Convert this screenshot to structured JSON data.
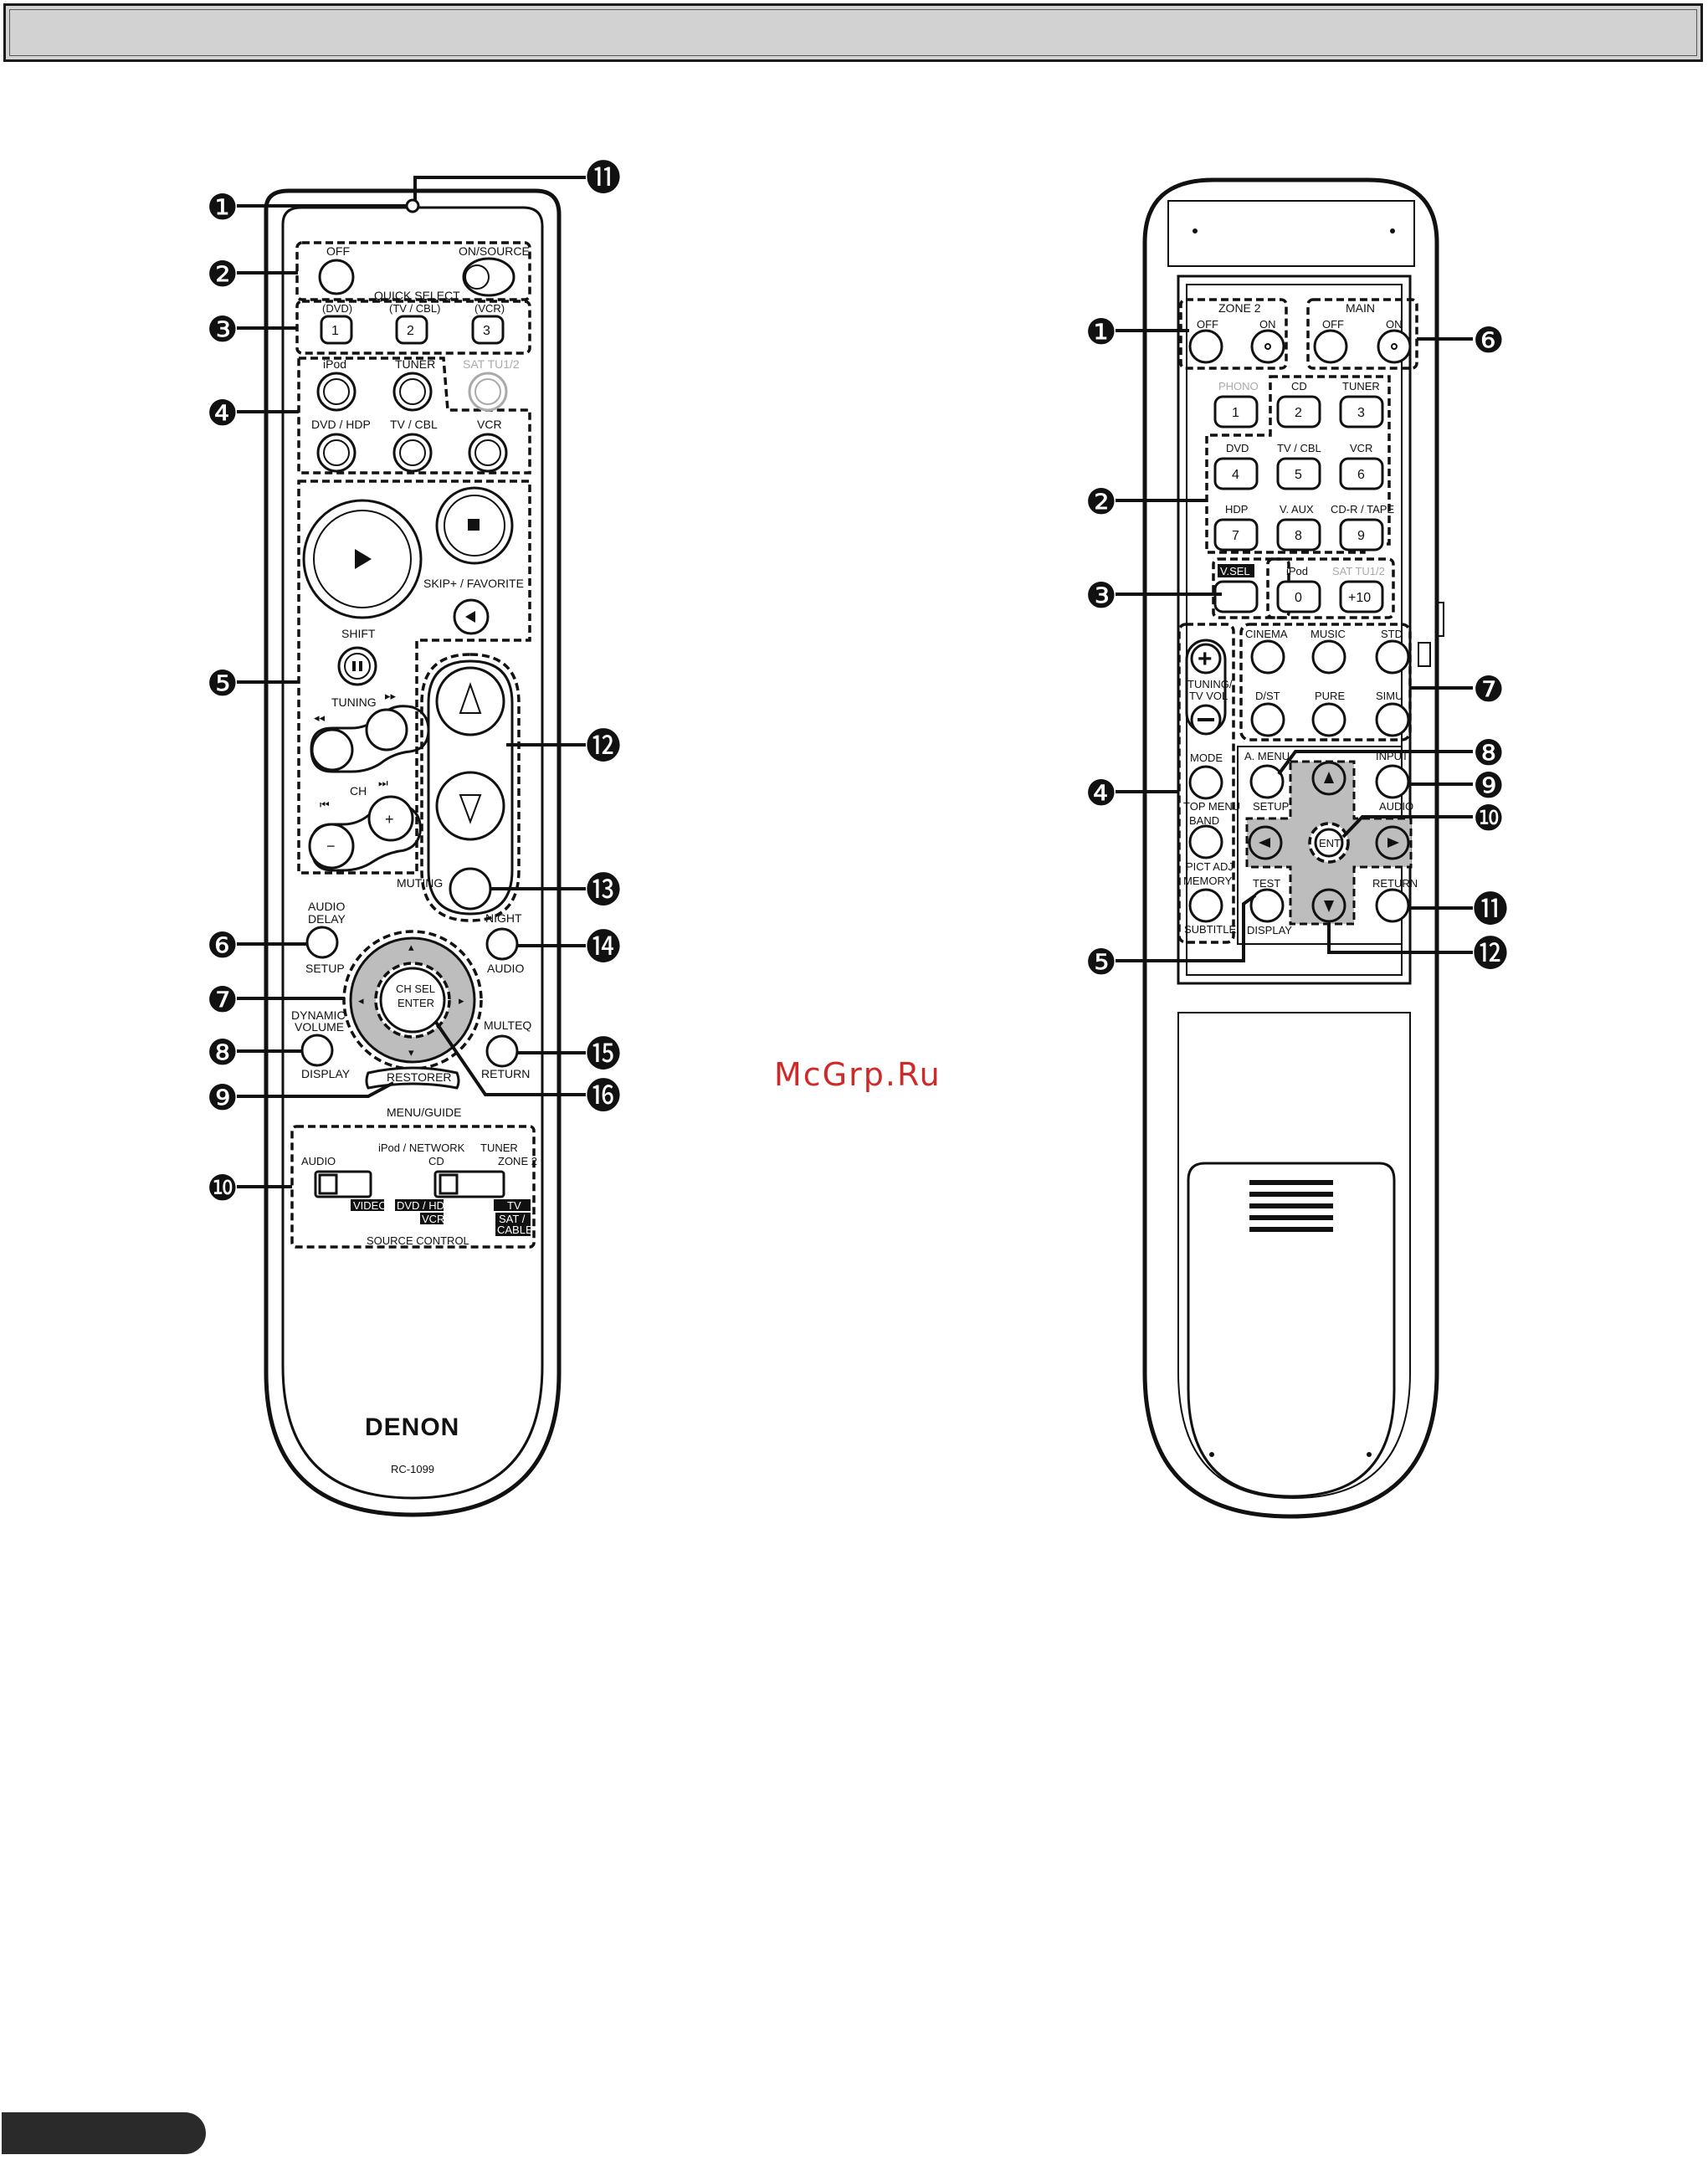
{
  "watermark": "McGrp.Ru",
  "remote_left": {
    "buttons": {
      "off": "OFF",
      "on_source": "ON/SOURCE",
      "quick_select": "QUICK SELECT",
      "qs1_top": "(DVD)",
      "qs1": "1",
      "qs2_top": "(TV / CBL)",
      "qs2": "2",
      "qs3_top": "(VCR)",
      "qs3": "3",
      "ipod": "iPod",
      "tuner": "TUNER",
      "sat": "SAT TU1/2",
      "dvd_hdp": "DVD / HDP",
      "tv_cbl": "TV / CBL",
      "vcr": "VCR",
      "skip": "SKIP+ / FAVORITE",
      "shift": "SHIFT",
      "tuning": "TUNING",
      "ch": "CH",
      "muting": "MUTING",
      "audio_delay_1": "AUDIO",
      "audio_delay_2": "DELAY",
      "setup": "SETUP",
      "night": "NIGHT",
      "audio": "AUDIO",
      "ch_sel": "CH SEL",
      "enter": "ENTER",
      "dyn1": "DYNAMIC",
      "dyn2": "VOLUME",
      "display": "DISPLAY",
      "multeq": "MULTEQ",
      "return": "RETURN",
      "restorer": "RESTORER",
      "menu_guide": "MENU/GUIDE",
      "sw_audio": "AUDIO",
      "sw_ipod_network": "iPod / NETWORK",
      "sw_cd": "CD",
      "sw_tuner": "TUNER",
      "sw_zone2": "ZONE 2",
      "sw_video": "VIDEO",
      "sw_dvdhdp": "DVD / HDP",
      "sw_vcr": "VCR",
      "sw_tv": "TV",
      "sw_sat": "SAT /",
      "sw_cable": "CABLE",
      "source_control": "SOURCE CONTROL"
    },
    "brand": "DENON",
    "model": "RC-1099",
    "callouts": [
      "❶",
      "❷",
      "❸",
      "❹",
      "❺",
      "❻",
      "❼",
      "❽",
      "❾",
      "❿",
      "⓫",
      "⓬",
      "⓭",
      "⓮",
      "⓯",
      "⓰"
    ]
  },
  "remote_right": {
    "buttons": {
      "zone2": "ZONE 2",
      "z_off": "OFF",
      "z_on": "ON",
      "main": "MAIN",
      "m_off": "OFF",
      "m_on": "ON",
      "phono": "PHONO",
      "n1": "1",
      "cd": "CD",
      "n2": "2",
      "tuner": "TUNER",
      "n3": "3",
      "dvd": "DVD",
      "n4": "4",
      "tvcbl": "TV / CBL",
      "n5": "5",
      "vcr": "VCR",
      "n6": "6",
      "hdp": "HDP",
      "n7": "7",
      "vaux": "V. AUX",
      "n8": "8",
      "cdr": "CD-R / TAPE",
      "n9": "9",
      "vsel": "V.SEL",
      "ipod": "iPod",
      "n0": "0",
      "sat": "SAT TU1/2",
      "p10": "+10",
      "cinema": "CINEMA",
      "music": "MUSIC",
      "std": "STD",
      "dst": "D/ST",
      "pure": "PURE",
      "simu": "SIMU",
      "tuning1": "TUNING/",
      "tuning2": "TV VOL",
      "mode": "MODE",
      "top_menu": "TOP MENU",
      "band": "BAND",
      "pict_adj": "PICT ADJ",
      "memory": "MEMORY",
      "subtitle": "SUBTITLE",
      "amenu": "A. MENU",
      "setup": "SETUP",
      "input": "INPUT",
      "audio": "AUDIO",
      "ent": "ENT",
      "test": "TEST",
      "display": "DISPLAY",
      "return": "RETURN"
    },
    "callouts": [
      "❶",
      "❷",
      "❸",
      "❹",
      "❺",
      "❻",
      "❼",
      "❽",
      "❾",
      "❿",
      "⓫",
      "⓬"
    ]
  }
}
